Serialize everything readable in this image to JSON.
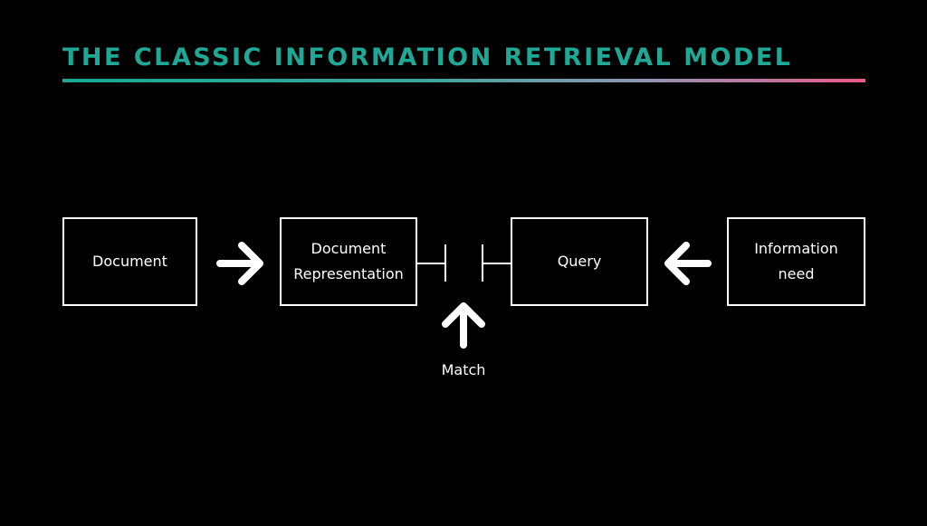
{
  "slide": {
    "title": "THE CLASSIC INFORMATION RETRIEVAL MODEL"
  },
  "diagram": {
    "nodes": {
      "document": "Document",
      "document_representation": "Document Representation",
      "query": "Query",
      "information_need": "Information need"
    },
    "match_label": "Match"
  },
  "colors": {
    "background": "#000000",
    "title": "#1fa896",
    "rule_start": "#18a993",
    "rule_end": "#e85a8c",
    "stroke": "#ffffff"
  }
}
